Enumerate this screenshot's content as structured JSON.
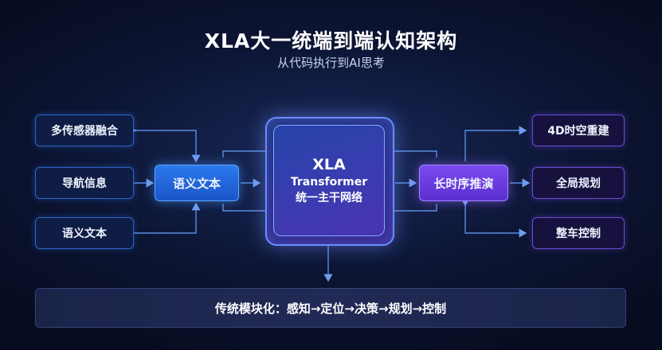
{
  "title": "XLA大一统端到端认知架构",
  "subtitle": "从代码执行到AI思考",
  "inputs": [
    "多传感器融合",
    "导航信息",
    "语义文本"
  ],
  "left_hub": "语义文本",
  "core": {
    "line1": "XLA",
    "line2": "Transformer",
    "line3": "统一主干网络"
  },
  "right_hub": "长时序推演",
  "outputs": [
    "4D时空重建",
    "全局规划",
    "整车控制"
  ],
  "bottom_bar": "传统模块化：感知→定位→决策→规划→控制",
  "colors": {
    "background": "#0c1534",
    "blue_accent": "#2c79ee",
    "purple_accent": "#7a4af0",
    "line": "#5b8de0"
  }
}
